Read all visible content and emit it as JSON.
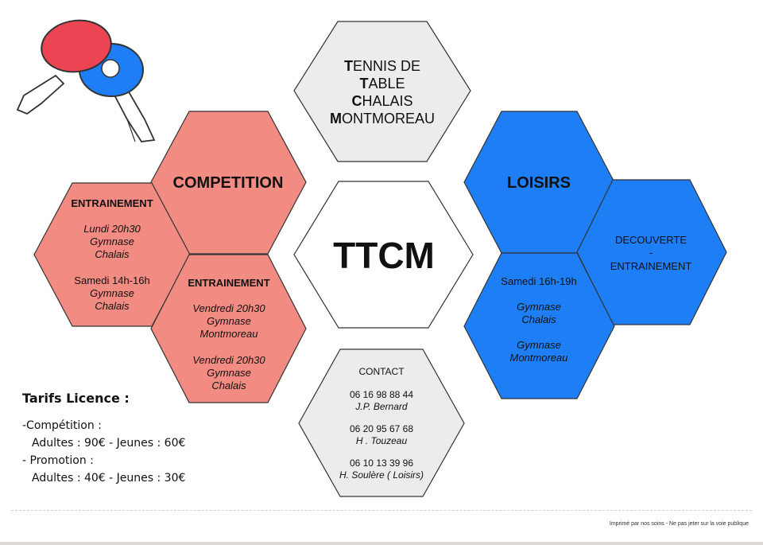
{
  "colors": {
    "red_hex": "#f28b82",
    "blue_hex": "#1e7ef5",
    "grey_hex": "#ececec",
    "stroke": "#333333"
  },
  "logo": {
    "icon": "ping-pong-paddles-icon"
  },
  "club_name": {
    "lines": [
      {
        "initial": "T",
        "rest": "ENNIS DE"
      },
      {
        "initial": "T",
        "rest": "ABLE"
      },
      {
        "initial": "C",
        "rest": "HALAIS"
      },
      {
        "initial": "M",
        "rest": "ONTMOREAU"
      }
    ]
  },
  "center": {
    "title": "TTCM"
  },
  "competition": {
    "title": "COMPETITION",
    "left": {
      "title": "ENTRAINEMENT",
      "lines": [
        "Lundi 20h30",
        "Gymnase",
        "Chalais",
        "Samedi 14h-16h",
        "Gymnase",
        "Chalais"
      ]
    },
    "right": {
      "title": "ENTRAINEMENT",
      "lines": [
        "Vendredi 20h30",
        "Gymnase",
        "Montmoreau",
        "Vendredi 20h30",
        "Gymnase",
        "Chalais"
      ]
    }
  },
  "loisirs": {
    "title": "LOISIRS",
    "discover": [
      "DECOUVERTE",
      "-",
      "ENTRAINEMENT"
    ],
    "schedule": [
      "Samedi 16h-19h",
      "Gymnase",
      "Chalais",
      "Gymnase",
      "Montmoreau"
    ]
  },
  "contact": {
    "title": "CONTACT",
    "people": [
      {
        "phone": "06 16 98 88 44",
        "name": "J.P. Bernard"
      },
      {
        "phone": "06 20 95 67 68",
        "name": "H . Touzeau"
      },
      {
        "phone": "06 10 13 39 96",
        "name": "H. Soulère ( Loisirs)"
      }
    ]
  },
  "tarifs": {
    "title": "Tarifs Licence :",
    "competition_label": "-Compétition :",
    "competition_prices": "Adultes : 90€ - Jeunes : 60€",
    "promotion_label": "- Promotion :",
    "promotion_prices": "Adultes : 40€ - Jeunes : 30€"
  },
  "footer": {
    "note": "Imprimé par  nos soins - Ne pas jeter sur la voie publique"
  }
}
